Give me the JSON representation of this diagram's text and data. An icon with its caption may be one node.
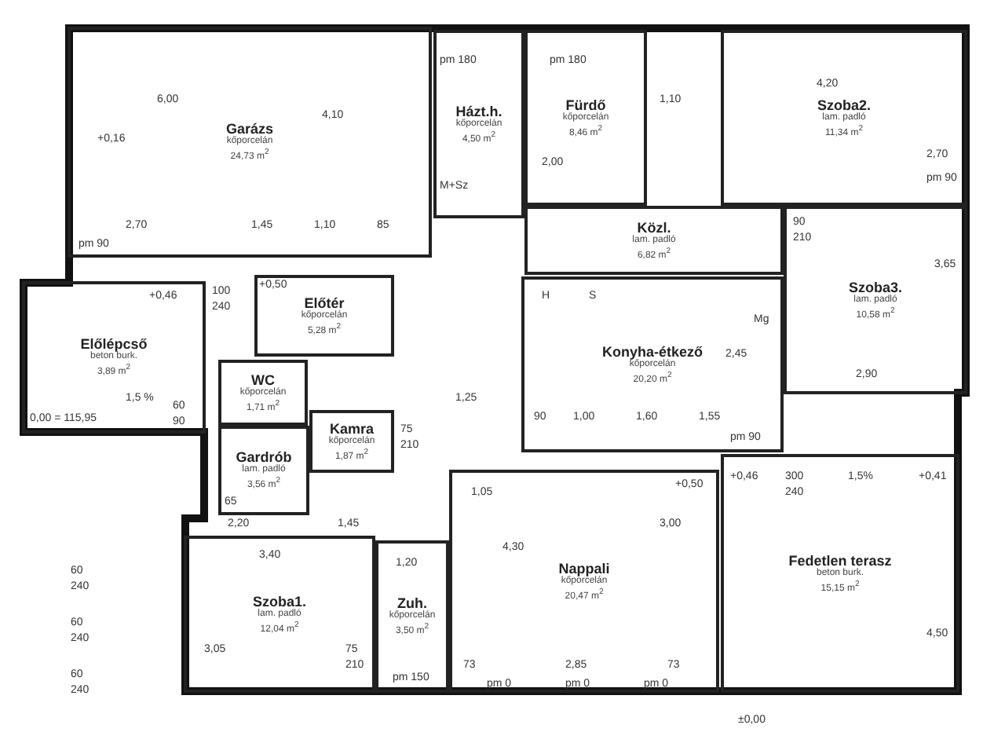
{
  "diagram": {
    "nodes": [
      {
        "text": [
          "Garázs",
          "kőporcelán",
          "24,73 m$^{2}$"
        ]
      },
      {
        "text": [
          "Házt.h.",
          "kőporcelán",
          "4,50 m$^{2}$"
        ]
      },
      {
        "text": [
          "Fürdő",
          "kőporcelán",
          "8,46 m$^{2}$"
        ]
      },
      {
        "text": [
          "Szoba2.",
          "lam. padló",
          "11,34 m$^{2}$"
        ]
      },
      {
        "text": [
          "Közl.",
          "lam. padló",
          "6,82 m$^{2}$"
        ]
      },
      {
        "text": [
          "Előlépcső",
          "beton burk.",
          "3,89 m$^{2}$"
        ]
      },
      {
        "text": [
          "Előtér",
          "kőporcelán",
          "5,28 m$^{2}$"
        ]
      },
      {
        "text": [
          "WC",
          "kőporcelán",
          "1,71 m$^{2}$"
        ]
      },
      {
        "text": [
          "Kamra",
          "kőporcelán",
          "1,87 m$^{2}$"
        ]
      },
      {
        "text": [
          "Gardrób",
          "lam. padló",
          "3,56 m$^{2}$"
        ]
      },
      {
        "text": [
          "Konyha-étkező",
          "kőporcelán",
          "20,20 m$^{2}$"
        ]
      },
      {
        "text": [
          "Szoba3.",
          "lam. padló",
          "10,58 m$^{2}$"
        ]
      },
      {
        "text": [
          "Szoba1.",
          "lam. padló",
          "12,04 m$^{2}$"
        ]
      },
      {
        "text": [
          "Zuh.",
          "kőporcelán",
          "3,50 m$^{2}$"
        ]
      },
      {
        "text": [
          "Nappali",
          "kőporcelán",
          "20,47 m$^{2}$"
        ]
      },
      {
        "text": [
          "Fedetlen terasz",
          "beton burk.",
          "15,15 m$^{2}$"
        ]
      }
    ],
    "labels": [
      "+0,16",
      "6,00",
      "4,10",
      "2,70",
      "1,45",
      "1,10",
      "85",
      "pm 90",
      "pm 180",
      "M+Sz",
      "pm 180",
      "2,00",
      "1,10",
      "4,20",
      "2,70",
      "pm 90",
      "90",
      "210",
      "H",
      "S",
      "Mg",
      "2,45",
      "1,25",
      "90",
      "1,00",
      "1,60",
      "1,55",
      "pm 90",
      "3,65",
      "2,90",
      "+0,46",
      "100",
      "240",
      "+0,50",
      "1,5 %",
      "0,00 = 115,95",
      "60",
      "90",
      "65",
      "2,20",
      "1,45",
      "75",
      "210",
      "3,40",
      "3,05",
      "75",
      "210",
      "60",
      "240",
      "60",
      "240",
      "60",
      "240",
      "1,20",
      "pm 150",
      "4,30",
      "3,00",
      "1,05",
      "+0,50",
      "73",
      "2,85",
      "73",
      "pm 0",
      "pm 0",
      "pm 0",
      "+0,46",
      "300",
      "240",
      "1,5%",
      "+0,41",
      "4,50",
      "±0,00"
    ]
  }
}
